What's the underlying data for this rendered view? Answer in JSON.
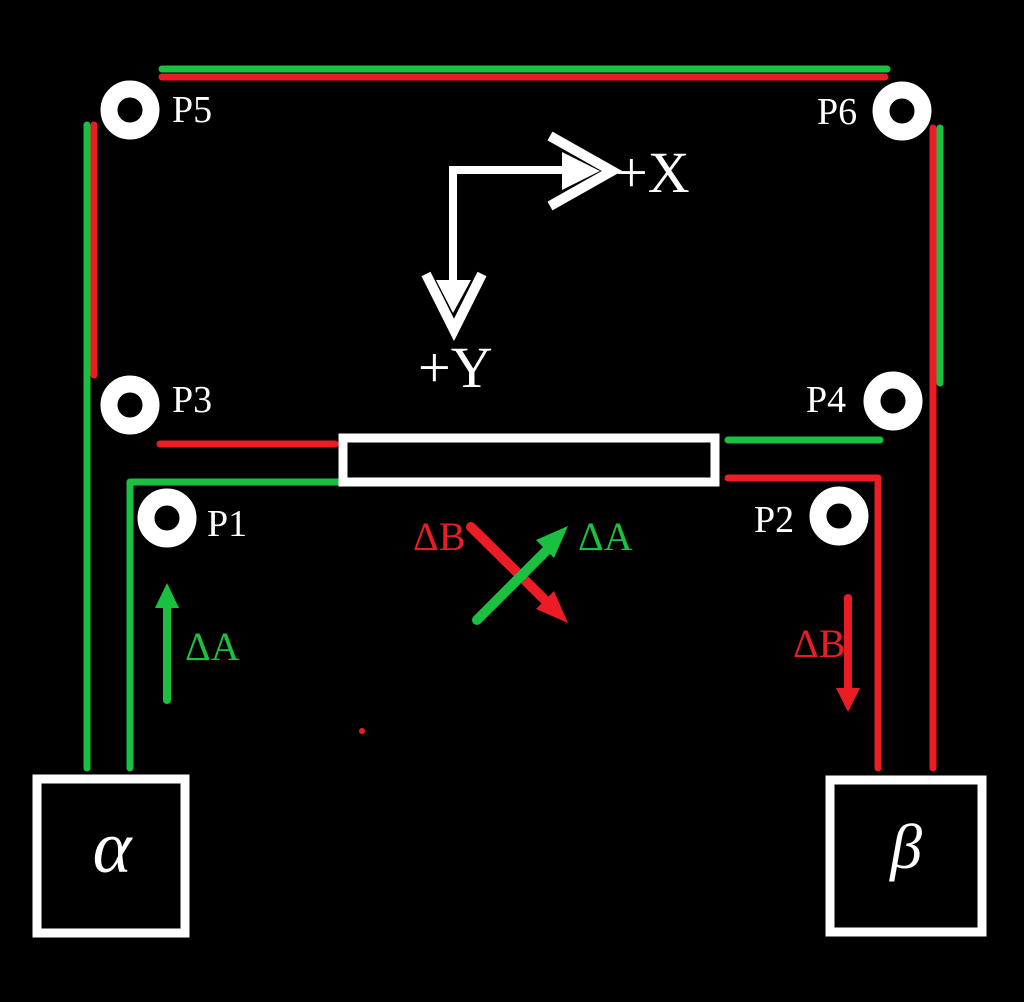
{
  "colors": {
    "background": "#000000",
    "belt_a": "#1ac141",
    "belt_b": "#ec1c24",
    "foreground": "#ffffff"
  },
  "axes": {
    "x": "+X",
    "y": "+Y"
  },
  "pulleys": [
    {
      "label": "P1"
    },
    {
      "label": "P2"
    },
    {
      "label": "P3"
    },
    {
      "label": "P4"
    },
    {
      "label": "P5"
    },
    {
      "label": "P6"
    }
  ],
  "motors": {
    "alpha": "α",
    "beta": "β"
  },
  "deltas": {
    "left_a": "ΔA",
    "right_b": "ΔB",
    "center_a": "ΔA",
    "center_b": "ΔB"
  }
}
